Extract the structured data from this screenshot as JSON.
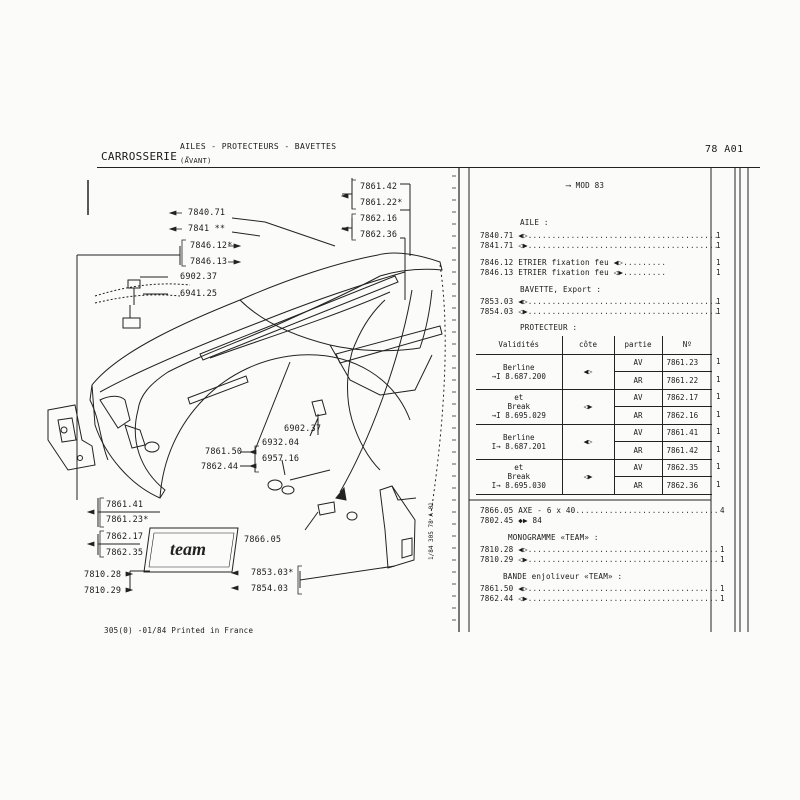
{
  "header": {
    "section": "CARROSSERIE -",
    "subtitle_line1": "AILES - PROTECTEURS - BAVETTES",
    "subtitle_line2": "(AVANT)",
    "page_code": "78 A01"
  },
  "diagram_labels": {
    "l7840_71": "7840.71",
    "l7841": "7841 **",
    "l7846_12": "7846.12*",
    "l7846_13": "7846.13",
    "l6902_37a": "6902.37",
    "l6941_25": "6941.25",
    "l7861_42": "7861.42",
    "l7861_22": "7861.22*",
    "l7862_16": "7862.16",
    "l7862_36": "7862.36",
    "l6902_37b": "6902.37",
    "l6932_04": "6932.04",
    "l6957_16": "6957.16",
    "l7861_50": "7861.50",
    "l7862_44": "7862.44",
    "l7861_41": "7861.41",
    "l7861_23": "7861.23*",
    "l7862_17": "7862.17",
    "l7862_35": "7862.35",
    "l7866_05": "7866.05",
    "l7810_28": "7810.28",
    "l7810_29": "7810.29",
    "l7853_03": "7853.03*",
    "l7854_03": "7854.03",
    "vertical_ref": "1/84 305 78 A 01",
    "printed": "305(0) -01/84 Printed in France",
    "emblem": "team"
  },
  "parts_list": {
    "mod": "MOD 83",
    "aile_title": "AILE :",
    "aile_rows": [
      {
        "ref": "7840.71",
        "qty": "1"
      },
      {
        "ref": "7841.71",
        "qty": "1"
      }
    ],
    "etrier_rows": [
      {
        "ref": "7846.12",
        "desc": "ETRIER fixation feu",
        "qty": "1"
      },
      {
        "ref": "7846.13",
        "desc": "ETRIER fixation feu",
        "qty": "1"
      }
    ],
    "bavette_title": "BAVETTE, Export :",
    "bavette_rows": [
      {
        "ref": "7853.03",
        "qty": "1"
      },
      {
        "ref": "7854.03",
        "qty": "1"
      }
    ],
    "protecteur_title": "PROTECTEUR :",
    "table_headers": {
      "validites": "Validités",
      "cote": "côte",
      "partie": "partie",
      "no": "Nº"
    },
    "groups": [
      {
        "line1": "Berline",
        "line2": "8.687.200",
        "refs": [
          "7861.23",
          "7861.22"
        ],
        "qty": [
          "1",
          "1"
        ]
      },
      {
        "line1": "et",
        "line1b": "Break",
        "line2": "8.695.029",
        "refs": [
          "7862.17",
          "7862.16"
        ],
        "qty": [
          "1",
          "1"
        ]
      },
      {
        "line1": "Berline",
        "line2": "8.687.201",
        "refs": [
          "7861.41",
          "7861.42"
        ],
        "qty": [
          "1",
          "1"
        ]
      },
      {
        "line1": "et",
        "line1b": "Break",
        "line2": "8.695.030",
        "refs": [
          "7862.35",
          "7862.36"
        ],
        "qty": [
          "1",
          "1"
        ]
      }
    ],
    "axe": {
      "ref": "7866.05",
      "desc": "AXE - 6 x 40",
      "qty": "4"
    },
    "axe_sub": {
      "ref": "7802.45",
      "mod": "84"
    },
    "monogramme_title": "MONOGRAMME «TEAM» :",
    "monogramme_rows": [
      {
        "ref": "7810.28",
        "qty": "1"
      },
      {
        "ref": "7810.29",
        "qty": "1"
      }
    ],
    "bande_title": "BANDE enjoliveur «TEAM» :",
    "bande_rows": [
      {
        "ref": "7861.50",
        "qty": "1"
      },
      {
        "ref": "7862.44",
        "qty": "1"
      }
    ]
  }
}
